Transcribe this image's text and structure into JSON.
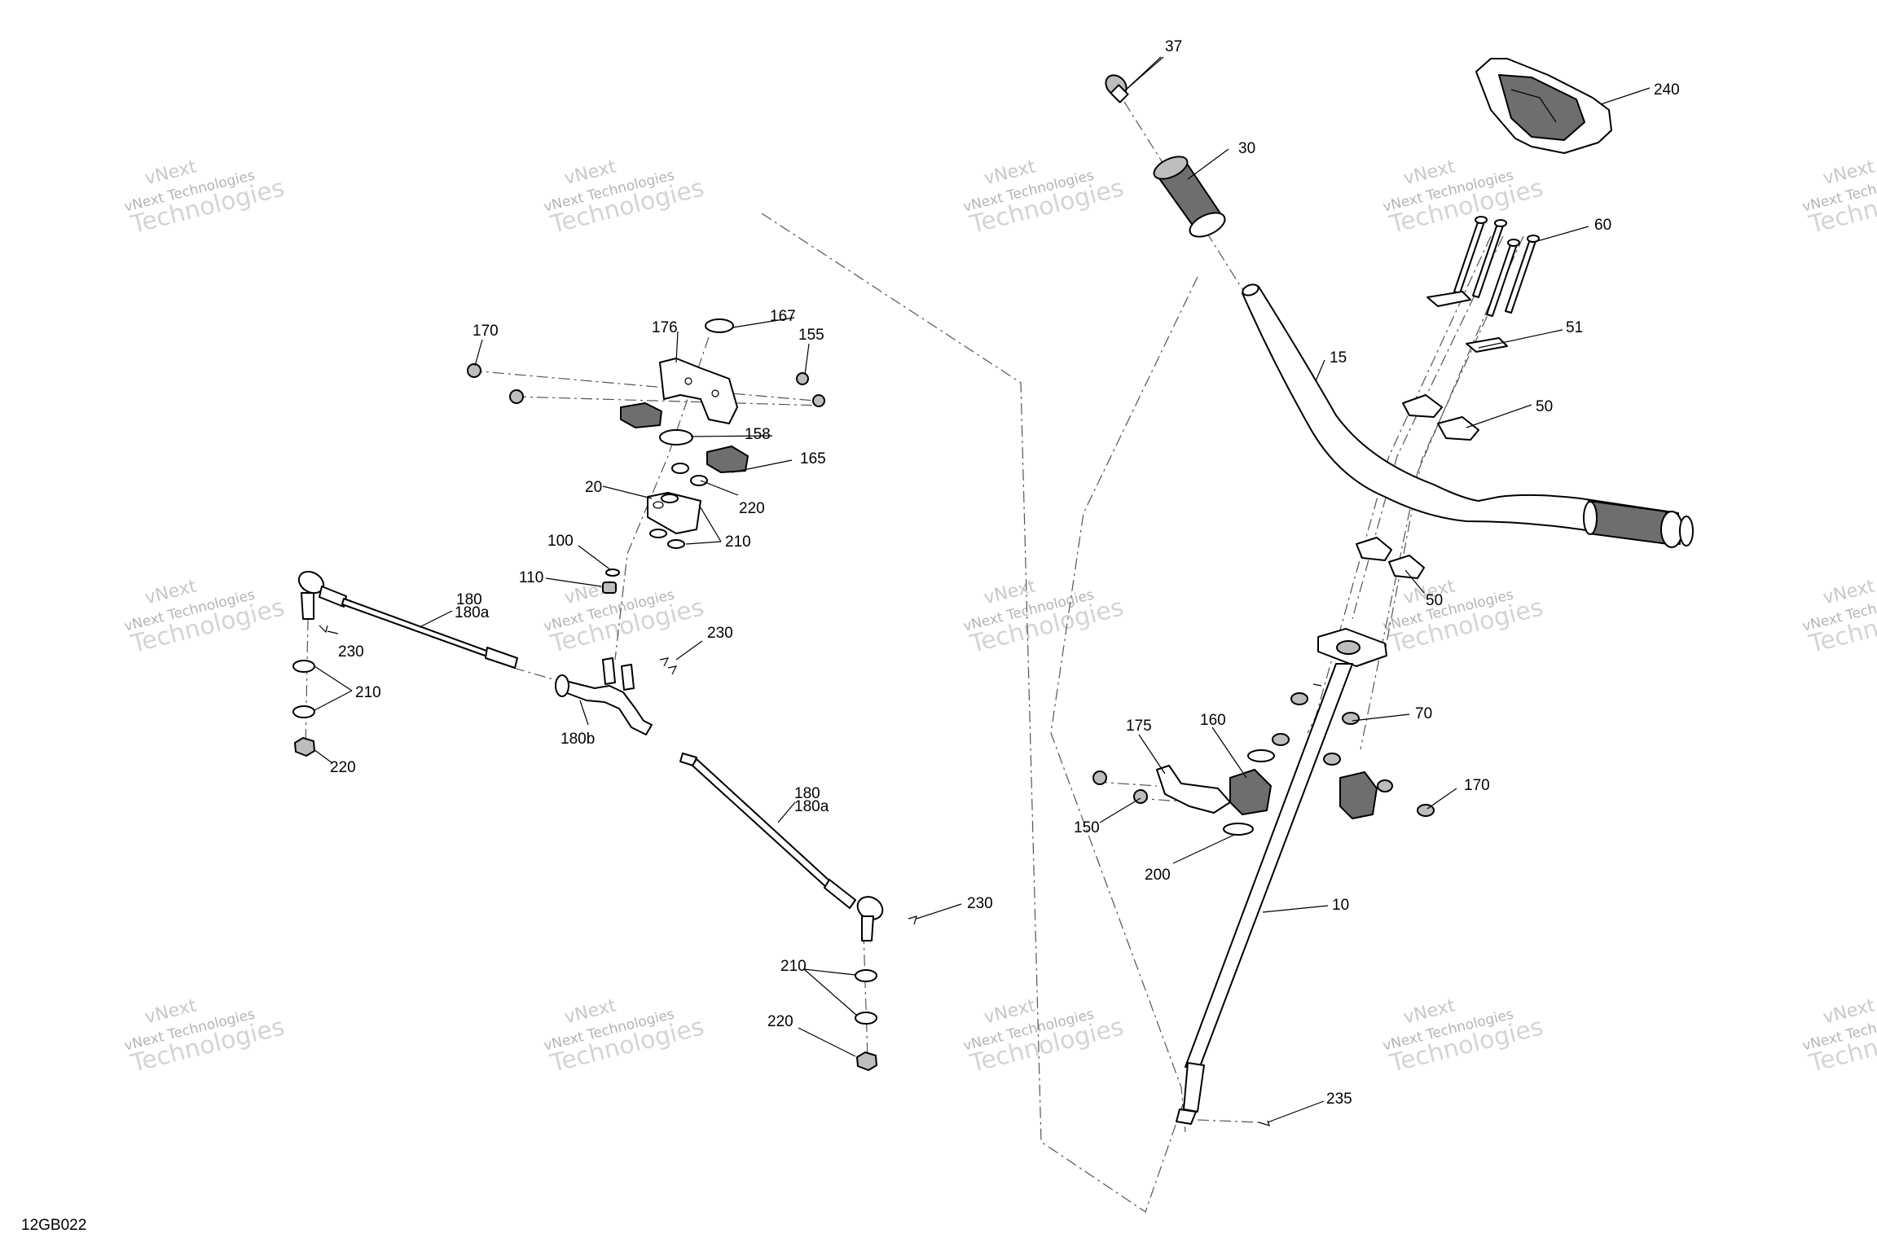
{
  "diagram_code": "12GB022",
  "watermark": {
    "line1": "vNext",
    "line2": "vNext Technologies",
    "line3": "Technologies"
  },
  "callouts": {
    "c37": "37",
    "c240": "240",
    "c30": "30",
    "c60": "60",
    "c51": "51",
    "c15": "15",
    "c50a": "50",
    "c50b": "50",
    "c70": "70",
    "c175": "175",
    "c160": "160",
    "c170r": "170",
    "c150": "150",
    "c200": "200",
    "c10": "10",
    "c235": "235",
    "c170l": "170",
    "c176": "176",
    "c167": "167",
    "c155": "155",
    "c158": "158",
    "c165": "165",
    "c20": "20",
    "c220a": "220",
    "c210a": "210",
    "c100": "100",
    "c110": "110",
    "c180a": "180",
    "c180aa": "180a",
    "c230a": "230",
    "c230b": "230",
    "c210b": "210",
    "c220b": "220",
    "c180b": "180b",
    "c180c": "180",
    "c180ac": "180a",
    "c230c": "230",
    "c210c": "210",
    "c220c": "220"
  }
}
